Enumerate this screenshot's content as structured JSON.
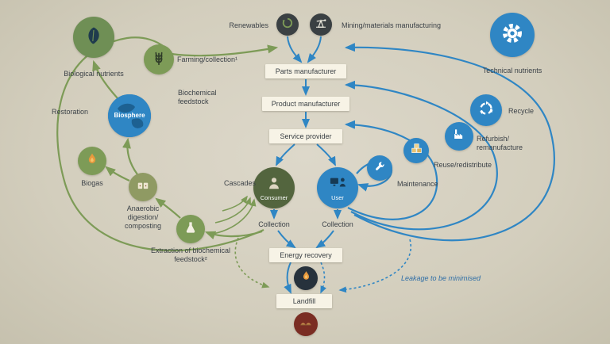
{
  "colors": {
    "background": "#d6d1c0",
    "green": "#7d9b57",
    "dark_green": "#53653e",
    "blue": "#2f86c4",
    "dark": "#3a4043",
    "navy": "#27323c",
    "maroon": "#7a2d23",
    "box_bg": "#f7f3e6",
    "text": "#3c4248",
    "flame_orange": "#e8993d"
  },
  "biological_cycle": {
    "biological_nutrients": "Biological nutrients",
    "restoration": "Restoration",
    "biosphere": "Biosphere",
    "farming": "Farming/collection¹",
    "biochemical_feedstock": "Biochemical feedstock",
    "biogas": "Biogas",
    "anaerobic": "Anaerobic digestion/ composting",
    "extraction": "Extraction of biochemical feedstock²",
    "cascades": "Cascades"
  },
  "value_chain": {
    "renewables": "Renewables",
    "mining": "Mining/materials manufacturing",
    "parts_manufacturer": "Parts manufacturer",
    "product_manufacturer": "Product manufacturer",
    "service_provider": "Service provider",
    "consumer": "Consumer",
    "user": "User",
    "collection_consumer": "Collection",
    "collection_user": "Collection",
    "energy_recovery": "Energy recovery",
    "landfill": "Landfill",
    "leakage": "Leakage to be minimised"
  },
  "technical_cycle": {
    "technical_nutrients": "Technical nutrients",
    "recycle": "Recycle",
    "refurbish": "Refurbish/ remanufacture",
    "reuse": "Reuse/redistribute",
    "maintenance": "Maintenance"
  }
}
